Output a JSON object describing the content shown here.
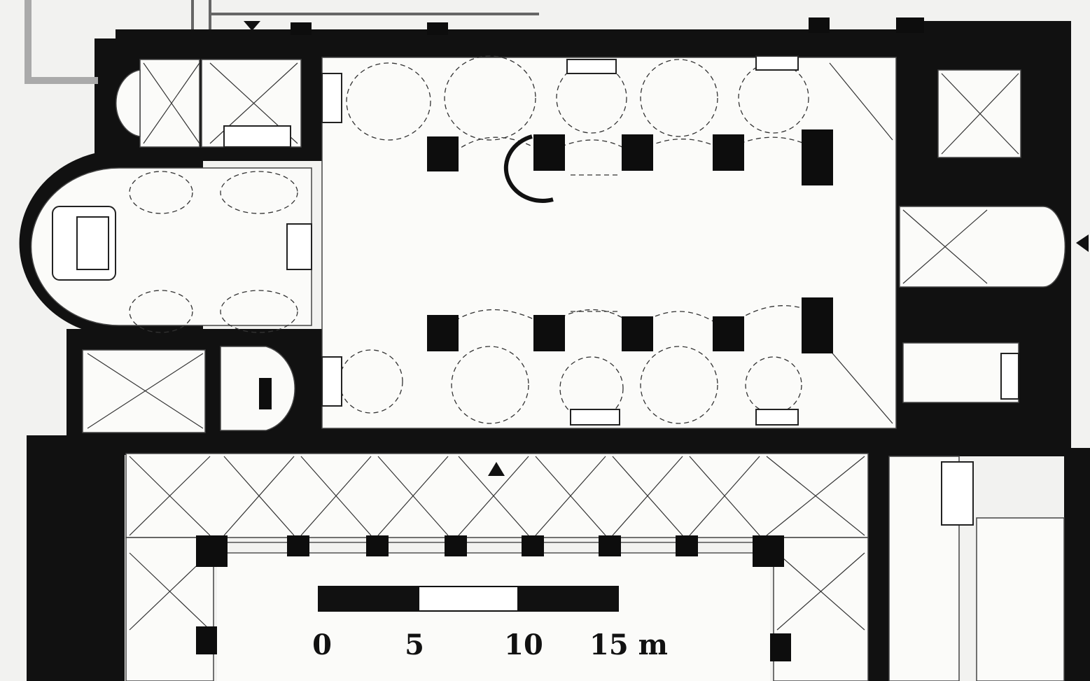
{
  "scale_bar": {
    "labels": [
      "0",
      "5",
      "10",
      "15 m"
    ],
    "segments": [
      {
        "color": "#111111"
      },
      {
        "color": "#ffffff"
      },
      {
        "color": "#111111"
      }
    ]
  },
  "markers": [
    {
      "name": "north-entrance-arrow",
      "direction": "down"
    },
    {
      "name": "south-entrance-arrow",
      "direction": "up"
    },
    {
      "name": "east-entrance-arrow",
      "direction": "left"
    }
  ],
  "colors": {
    "wall": "#111111",
    "floor": "#fbfbf9",
    "background": "#f2f2f0"
  }
}
